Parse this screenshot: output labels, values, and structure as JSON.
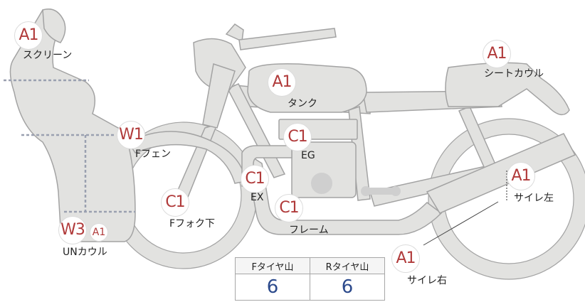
{
  "parts": [
    {
      "id": "screen",
      "code": "A1",
      "label": "スクリーン"
    },
    {
      "id": "tank",
      "code": "A1",
      "label": "タンク"
    },
    {
      "id": "seat-cowl",
      "code": "A1",
      "label": "シートカウル"
    },
    {
      "id": "f-fender",
      "code": "W1",
      "label": "Fフェン"
    },
    {
      "id": "eg",
      "code": "C1",
      "label": "EG"
    },
    {
      "id": "ex",
      "code": "C1",
      "label": "EX"
    },
    {
      "id": "f-fork",
      "code": "C1",
      "label": "Fフォク下"
    },
    {
      "id": "frame",
      "code": "C1",
      "label": "フレーム"
    },
    {
      "id": "un-cowl",
      "code": "W3",
      "code2": "A1",
      "label": "UNカウル"
    },
    {
      "id": "muffler-l",
      "code": "A1",
      "label": "サイレ左"
    },
    {
      "id": "muffler-r",
      "code": "A1",
      "label": "サイレ右"
    }
  ],
  "tire_table": {
    "front_label": "Fタイヤ山",
    "rear_label": "Rタイヤ山",
    "front_value": "6",
    "rear_value": "6"
  },
  "colors": {
    "body_fill": "#e2e2e0",
    "body_stroke": "#9b9b9b",
    "badge_text": "#b03a3a",
    "value_text": "#2c4a8c"
  }
}
